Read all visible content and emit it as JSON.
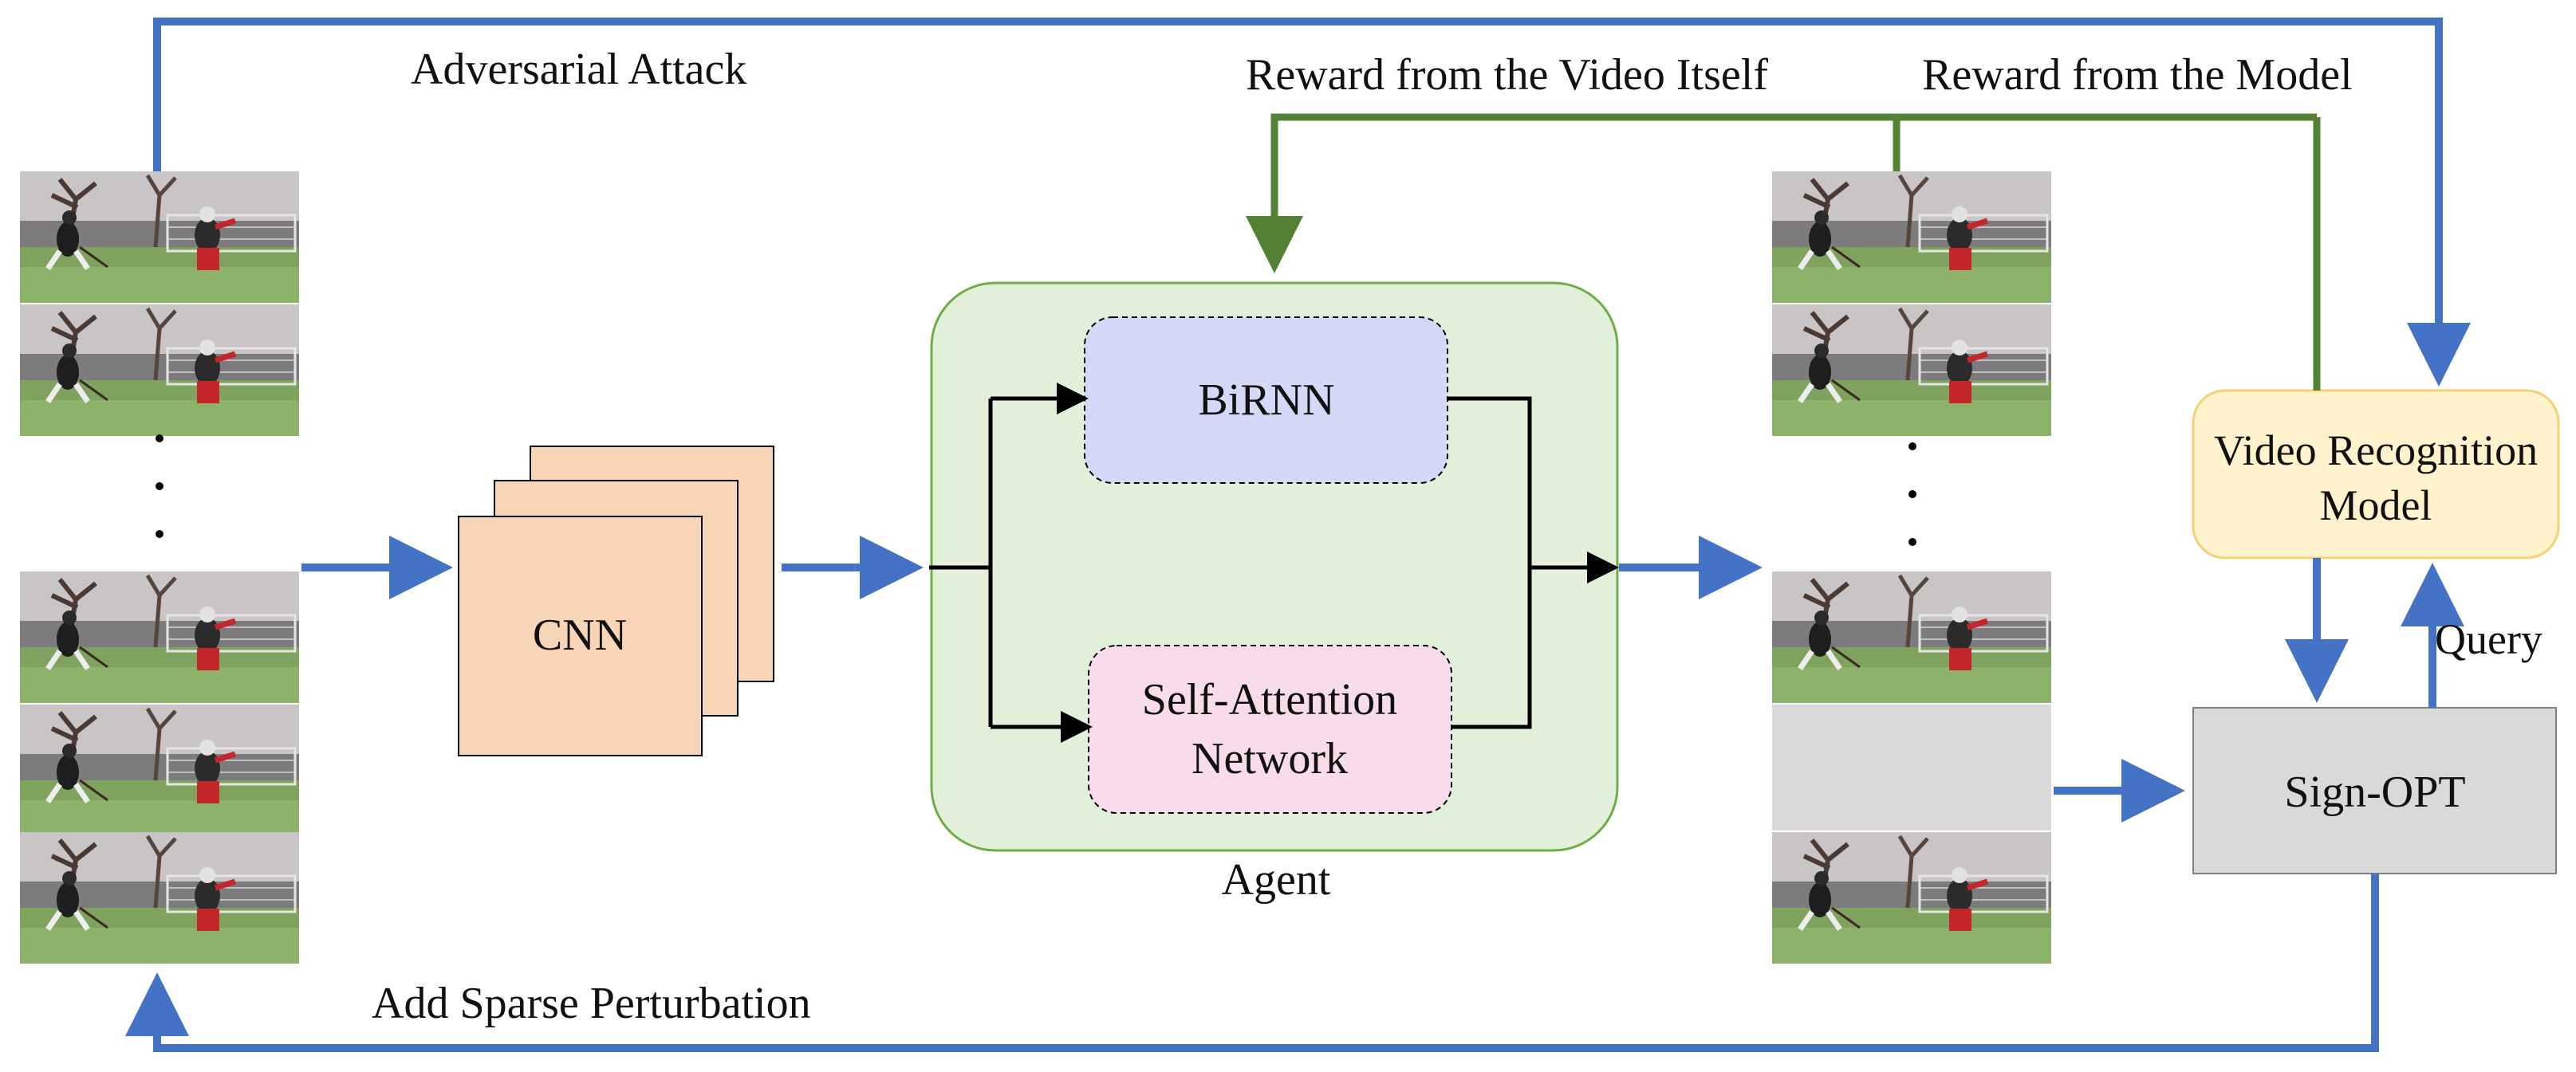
{
  "labels": {
    "adversarial_attack": "Adversarial Attack",
    "reward_video": "Reward from the Video Itself",
    "reward_model": "Reward from the Model",
    "cnn": "CNN",
    "birnn": "BiRNN",
    "self_attention_line1": "Self-Attention",
    "self_attention_line2": "Network",
    "agent": "Agent",
    "video_model_line1": "Video Recognition",
    "video_model_line2": "Model",
    "query": "Query",
    "sign_opt": "Sign-OPT",
    "add_sparse": "Add Sparse Perturbation"
  },
  "colors": {
    "blue_arrow": "#4472C4",
    "green_arrow": "#548235",
    "agent_fill": "#E2F0D9",
    "agent_stroke": "#70AD47",
    "birnn_fill": "#D4D9F8",
    "attention_fill": "#F8DCEA",
    "cnn_fill": "#F8D5B6",
    "video_model_fill": "#FFF2CC",
    "video_model_stroke": "#F4D175",
    "sign_opt_fill": "#D9D9D9",
    "masked_frame": "#D9D9D9"
  }
}
